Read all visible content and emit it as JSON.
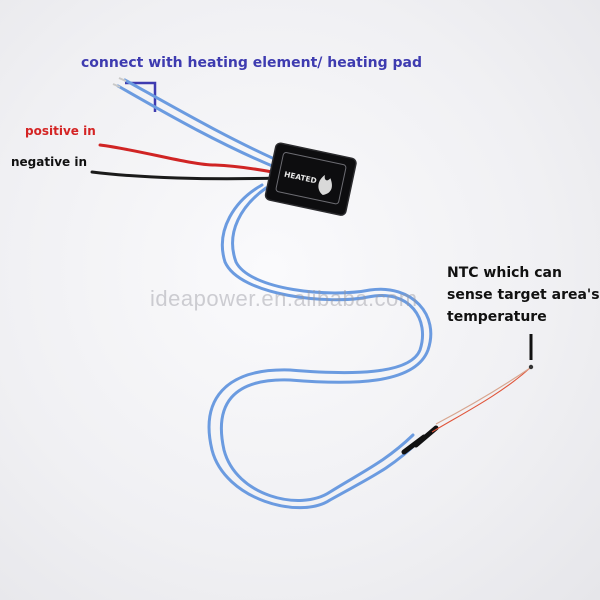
{
  "labels": {
    "connect": "connect with heating element/ heating pad",
    "positive": "positive in",
    "negative": "negative in",
    "ntc_lines": [
      "NTC which can",
      "sense target area's",
      "temperature"
    ]
  },
  "module": {
    "text": "HEATED"
  },
  "watermark": "ideapower.en.alibaba.com",
  "colors": {
    "connect_label": "#3e3bb0",
    "positive_label": "#d42424",
    "negative_label": "#111111",
    "wire_blue": "#6b9be0",
    "wire_red": "#d02424",
    "wire_black": "#1a1a1a",
    "ntc_lead": "#e0553a"
  }
}
